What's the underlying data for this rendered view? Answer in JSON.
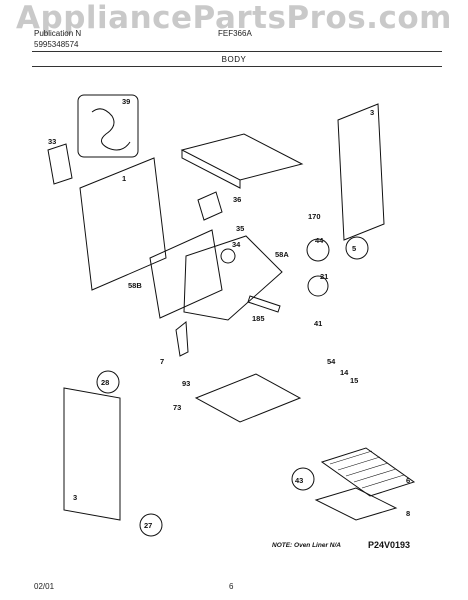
{
  "watermark": "AppliancePartsPros.com",
  "header": {
    "left_line1": "Publication N",
    "left_line2": "5995348574",
    "model": "FEF366A",
    "title": "BODY"
  },
  "part_labels": [
    "39",
    "33",
    "1",
    "36",
    "35",
    "34",
    "3",
    "170",
    "44",
    "5",
    "21",
    "58A",
    "58B",
    "185",
    "41",
    "7",
    "54",
    "14",
    "15",
    "28",
    "93",
    "73",
    "3",
    "27",
    "43",
    "6",
    "8"
  ],
  "note": "NOTE: Oven Liner N/A",
  "diagram_code": "P24V0193",
  "footer": {
    "date": "02/01",
    "page": "6"
  }
}
